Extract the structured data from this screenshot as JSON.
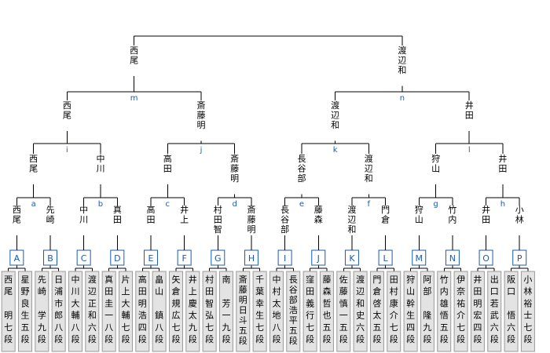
{
  "final": {
    "left": "西尾",
    "right": "渡辺和"
  },
  "semifinals": [
    {
      "label": "m",
      "left": "西尾",
      "right": "斎藤明"
    },
    {
      "label": "n",
      "left": "渡辺和",
      "right": "井田"
    }
  ],
  "quarterfinals": [
    {
      "label": "i",
      "left": "西尾",
      "right": "中川"
    },
    {
      "label": "j",
      "left": "高田",
      "right": "斎藤明"
    },
    {
      "label": "k",
      "left": "長谷部",
      "right": "渡辺和"
    },
    {
      "label": "l",
      "left": "狩山",
      "right": "井田"
    }
  ],
  "round2": [
    {
      "label": "a",
      "left": "西尾",
      "right": "先崎"
    },
    {
      "label": "b",
      "left": "中川",
      "right": "真田"
    },
    {
      "label": "c",
      "left": "高田",
      "right": "井上"
    },
    {
      "label": "d",
      "left": "村田智",
      "right": "斎藤明"
    },
    {
      "label": "e",
      "left": "長谷部",
      "right": "藤森"
    },
    {
      "label": "f",
      "left": "渡辺和",
      "right": "門倉"
    },
    {
      "label": "g",
      "left": "狩山",
      "right": "竹内"
    },
    {
      "label": "h",
      "left": "井田",
      "right": "小林"
    }
  ],
  "round1": [
    {
      "label": "A",
      "players": [
        "西尾　明七段",
        "星野良生五段"
      ]
    },
    {
      "label": "B",
      "players": [
        "先崎　学九段",
        "日浦市郎八段"
      ]
    },
    {
      "label": "C",
      "players": [
        "中川大輔八段",
        "渡辺正和六段"
      ]
    },
    {
      "label": "D",
      "players": [
        "真田圭一八段",
        "片上大輔七段"
      ]
    },
    {
      "label": "E",
      "players": [
        "高田明浩四段",
        "畠山　鎮八段"
      ]
    },
    {
      "label": "F",
      "players": [
        "矢倉規広七段",
        "井上慶太九段"
      ]
    },
    {
      "label": "G",
      "players": [
        "村田智弘七段",
        "南　芳一九段"
      ]
    },
    {
      "label": "H",
      "players": [
        "斎藤明日斗五段",
        "千葉幸生七段"
      ]
    },
    {
      "label": "I",
      "players": [
        "中村太地八段",
        "長谷部浩平五段"
      ]
    },
    {
      "label": "J",
      "players": [
        "窪田義行七段",
        "藤森哲也五段"
      ]
    },
    {
      "label": "K",
      "players": [
        "佐藤慎一五段",
        "渡辺和史六段"
      ]
    },
    {
      "label": "L",
      "players": [
        "門倉啓太五段",
        "田村康介七段"
      ]
    },
    {
      "label": "M",
      "players": [
        "狩山幹生四段",
        "阿部　隆九段"
      ]
    },
    {
      "label": "N",
      "players": [
        "竹内雄悟五段",
        "伊奈祐介七段"
      ]
    },
    {
      "label": "O",
      "players": [
        "井田明宏四段",
        "出口若武六段"
      ]
    },
    {
      "label": "P",
      "players": [
        "阪口　悟六段",
        "小林裕士七段"
      ]
    }
  ],
  "colors": {
    "line": "#000000",
    "label_blue": "#1a5bb0",
    "player_box_fill": "#e3e3e3"
  }
}
